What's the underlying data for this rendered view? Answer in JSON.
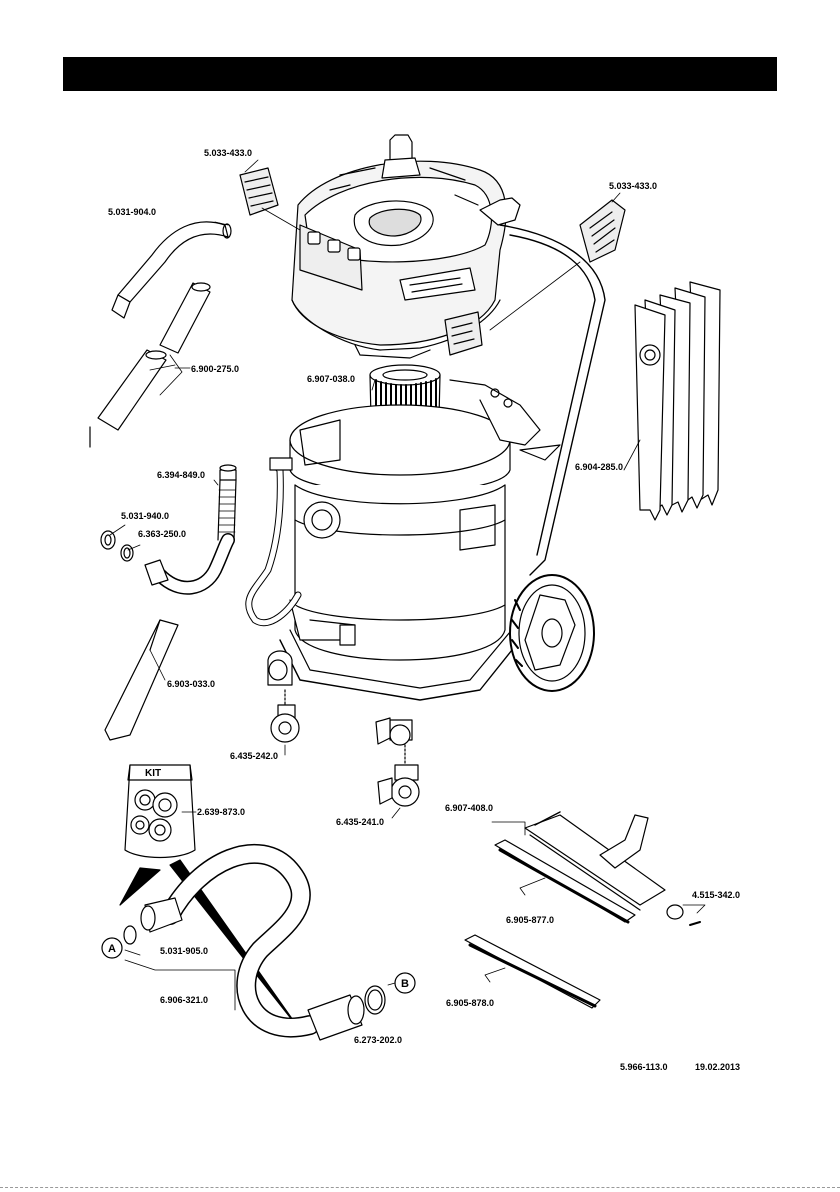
{
  "parts": {
    "filter_cover_left": "5.033-433.0",
    "filter_cover_right": "5.033-433.0",
    "elbow": "5.031-904.0",
    "extension_tubes": "6.900-275.0",
    "cartridge_filter": "6.907-038.0",
    "filter_bag": "6.904-285.0",
    "suction_hose_small": "6.394-849.0",
    "adapter_ring": "5.031-940.0",
    "connection_sleeve": "6.363-250.0",
    "crevice_nozzle": "6.903-033.0",
    "castor_front": "6.435-242.0",
    "castor_rear": "6.435-241.0",
    "adapter_kit": "2.639-873.0",
    "floor_nozzle": "6.907-408.0",
    "brush_strip": "6.905-877.0",
    "rubber_strip": "6.905-878.0",
    "nozzle_roller": "4.515-342.0",
    "hose_adapter": "5.031-905.0",
    "suction_hose": "6.906-321.0",
    "o_ring": "6.273-202.0"
  },
  "kit_label": "KIT",
  "callouts": {
    "a": "A",
    "b": "B"
  },
  "footer": {
    "doc_number": "5.966-113.0",
    "date": "19.02.2013"
  }
}
